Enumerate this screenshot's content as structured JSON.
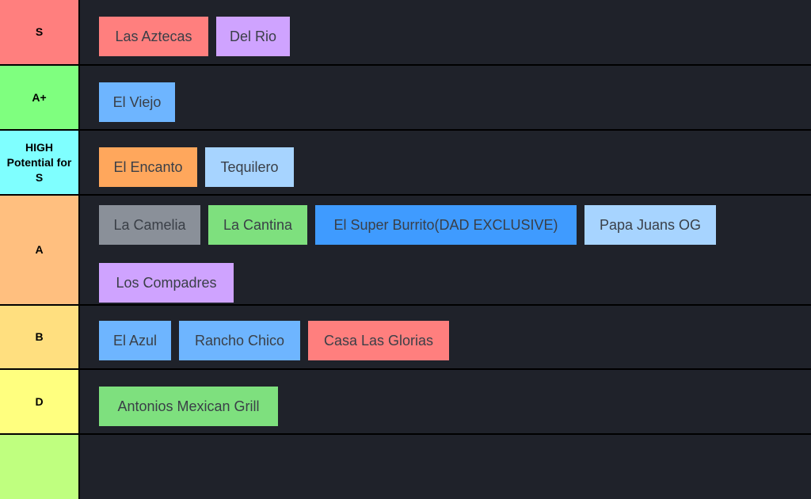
{
  "tiers": [
    {
      "label": "S",
      "color": "#ff7f7e",
      "items": [
        {
          "name": "Las Aztecas",
          "color": "#ff7f7e"
        },
        {
          "name": "Del Rio",
          "color": "#cfa3ff"
        }
      ]
    },
    {
      "label": "A+",
      "color": "#7fff7f",
      "items": [
        {
          "name": "El Viejo",
          "color": "#6eb5ff"
        }
      ]
    },
    {
      "label": "HIGH Potential for S",
      "color": "#7fffff",
      "items": [
        {
          "name": "El Encanto",
          "color": "#ffa75c"
        },
        {
          "name": "Tequilero",
          "color": "#a7d4ff"
        }
      ]
    },
    {
      "label": "A",
      "color": "#ffbf7f",
      "items": [
        {
          "name": "La Camelia",
          "color": "#8a9099"
        },
        {
          "name": "La Cantina",
          "color": "#7ee07e"
        },
        {
          "name": "El Super Burrito(DAD EXCLUSIVE)",
          "color": "#3f9bff"
        },
        {
          "name": "Papa Juans OG",
          "color": "#a7d4ff"
        },
        {
          "name": "Los Compadres",
          "color": "#cfa3ff"
        }
      ]
    },
    {
      "label": "B",
      "color": "#ffdf7f",
      "items": [
        {
          "name": "El Azul",
          "color": "#6eb5ff"
        },
        {
          "name": "Rancho Chico",
          "color": "#6eb5ff"
        },
        {
          "name": "Casa Las Glorias",
          "color": "#ff7f7e"
        }
      ]
    },
    {
      "label": "D",
      "color": "#ffff7f",
      "items": [
        {
          "name": "Antonios Mexican Grill",
          "color": "#7ee07e"
        }
      ]
    },
    {
      "label": "",
      "color": "#bfff7f",
      "items": []
    }
  ]
}
